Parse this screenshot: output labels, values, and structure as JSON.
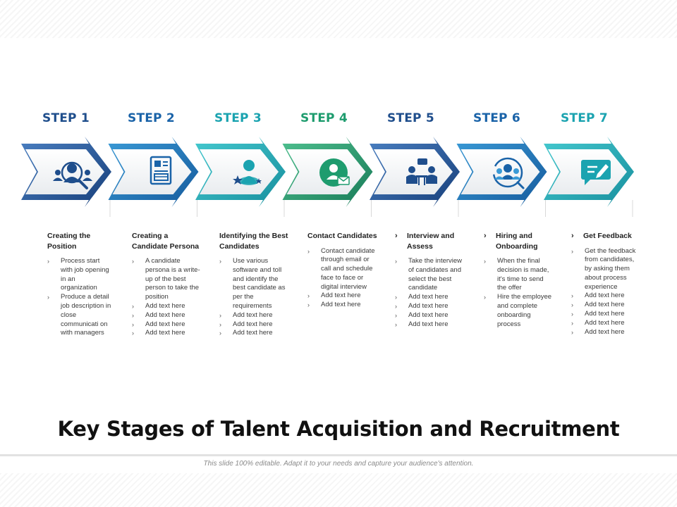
{
  "title": "Key Stages of Talent Acquisition and Recruitment",
  "footnote": "This slide 100% editable. Adapt  it to your needs and capture your audience's attention.",
  "steps": [
    {
      "label": "STEP 1",
      "color": "#1f4e8c",
      "icon": "search-people-icon",
      "title": "Creating the Position",
      "bullets": [
        "Process start with job opening in an organization",
        "Produce a detail job description in close communicati on with managers"
      ]
    },
    {
      "label": "STEP 2",
      "color": "#1a63a8",
      "icon": "persona-document-icon",
      "title": "Creating a Candidate Persona",
      "bullets": [
        "A candidate persona is a write-up of the best person to take the position",
        "Add text here",
        "Add text here",
        "Add text here",
        "Add text here"
      ]
    },
    {
      "label": "STEP 3",
      "color": "#1ba3b0",
      "icon": "person-star-icon",
      "title": "Identifying the Best Candidates",
      "bullets": [
        "Use various software and toll and identify the best candidate as per the requirements",
        "Add text here",
        "Add text here",
        "Add text here"
      ]
    },
    {
      "label": "STEP 4",
      "color": "#1e9c6e",
      "icon": "contact-mail-icon",
      "title": "Contact Candidates",
      "bullets": [
        "Contact candidate through email or call and schedule face to face or digital interview",
        "Add text here",
        "Add text here"
      ]
    },
    {
      "label": "STEP 5",
      "color": "#1f4e8c",
      "icon": "interview-icon",
      "title": "Interview and Assess",
      "bullets": [
        "Take the interview of candidates and select the best candidate",
        "Add text here",
        "Add text here",
        "Add text here",
        "Add text here"
      ]
    },
    {
      "label": "STEP 6",
      "color": "#1a63a8",
      "icon": "hiring-team-icon",
      "title": "Hiring and Onboarding",
      "bullets": [
        "When the final decision is made, it's time to send the offer",
        "Hire the employee and complete onboarding process"
      ]
    },
    {
      "label": "STEP 7",
      "color": "#1ba3b0",
      "icon": "feedback-icon",
      "title": "Get Feedback",
      "bullets": [
        "Get the feedback from candidates, by asking them about process experience",
        "Add text here",
        "Add text here",
        "Add text here",
        "Add text here",
        "Add text here"
      ]
    }
  ]
}
